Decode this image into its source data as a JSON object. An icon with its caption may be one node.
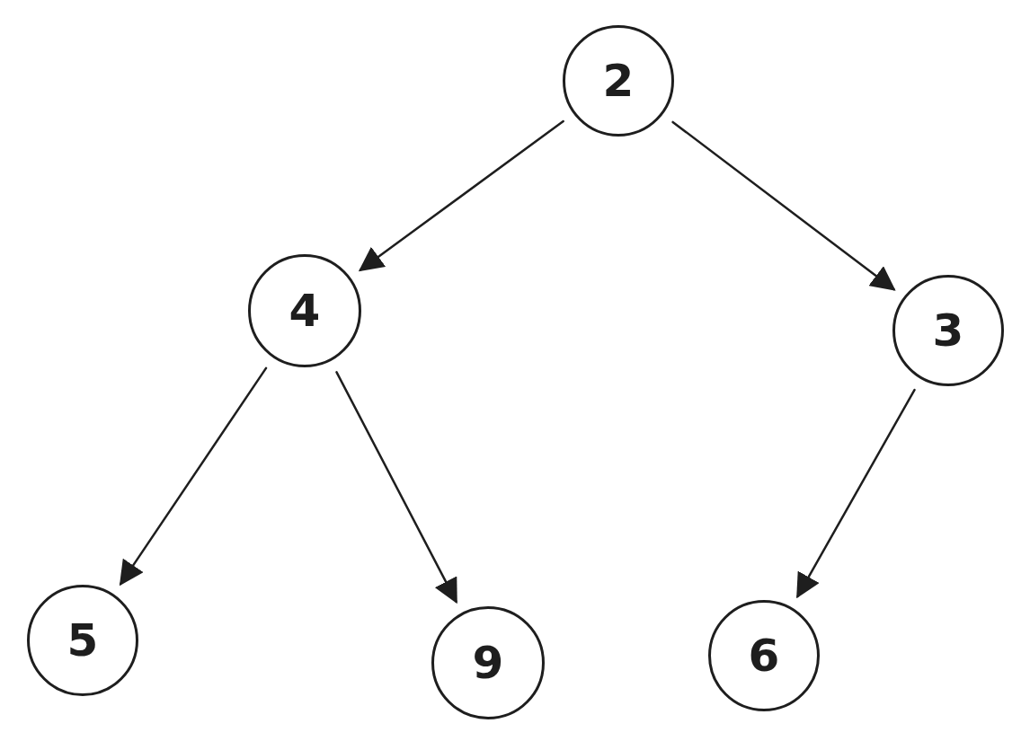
{
  "diagram": {
    "nodes": [
      {
        "text": [
          "2"
        ]
      },
      {
        "text": [
          "4"
        ]
      },
      {
        "text": [
          "3"
        ]
      },
      {
        "text": [
          "5"
        ]
      },
      {
        "text": [
          "9"
        ]
      },
      {
        "text": [
          "6"
        ]
      }
    ],
    "edges": [
      {
        "from": 0,
        "to": 1,
        "arrow": "to"
      },
      {
        "from": 0,
        "to": 2,
        "arrow": "to"
      },
      {
        "from": 1,
        "to": 3,
        "arrow": "to"
      },
      {
        "from": 1,
        "to": 4,
        "arrow": "to"
      },
      {
        "from": 2,
        "to": 5,
        "arrow": "to"
      }
    ]
  }
}
